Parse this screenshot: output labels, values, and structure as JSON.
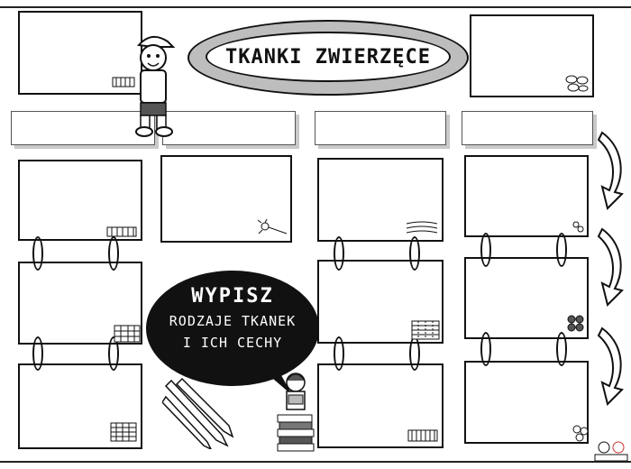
{
  "title": "TKANKI ZWIERZĘCE",
  "bubble": {
    "line1": "WYPISZ",
    "line2": "RODZAJE TKANEK",
    "line3": "I ICH CECHY"
  },
  "icons": [
    "tissue-sketch-icon",
    "neuron-sketch-icon",
    "blood-cells-sketch-icon",
    "muscle-sketch-icon",
    "pencil-icon",
    "book-stack-icon",
    "boy-character-icon",
    "girl-reading-icon",
    "curved-arrow-icon"
  ]
}
